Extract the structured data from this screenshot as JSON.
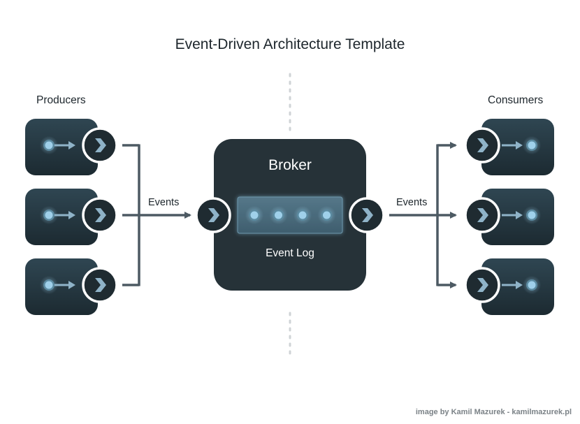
{
  "title": "Event-Driven Architecture Template",
  "producers": {
    "label": "Producers",
    "count": 3
  },
  "consumers": {
    "label": "Consumers",
    "count": 3
  },
  "events_in_label": "Events",
  "events_out_label": "Events",
  "broker": {
    "title": "Broker",
    "log_label": "Event Log",
    "log_items": 4
  },
  "credit": "image by Kamil Mazurek - kamilmazurek.pl",
  "colors": {
    "node_dark": "#223139",
    "node_gradient_top": "#2f4652",
    "broker_bg": "#263238",
    "connector": "#4d5a63",
    "dot": "#9fd0ea",
    "dot_glow": "#5b8aa0",
    "chevron": "#8fb3c8",
    "log_bar": "#4b6b7b",
    "dashed": "#cfd3d6"
  },
  "icons": {
    "node_arrow": "chevron-right-icon",
    "node_dot": "event-dot-icon"
  }
}
